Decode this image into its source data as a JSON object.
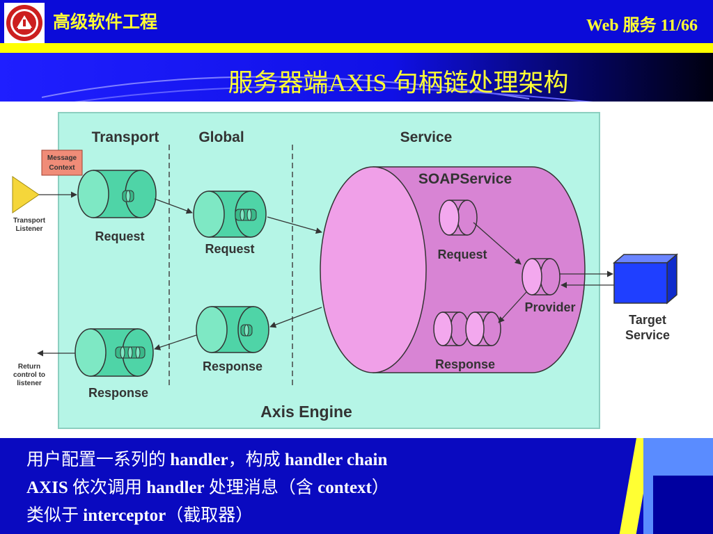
{
  "header": {
    "course_title": "高级软件工程",
    "slide_label": "Web 服务 11/66"
  },
  "title": "服务器端AXIS 句柄链处理架构",
  "colors": {
    "header_blue": "#0b0bd9",
    "accent_yellow": "#ffff33",
    "diagram_bg": "#b5f5e6",
    "handler_green": "#4fd4a7",
    "soap_pink": "#d884d4",
    "target_blue": "#1f3fff",
    "logo_red": "#cc1f1f"
  },
  "diagram": {
    "sections": [
      "Transport",
      "Global",
      "Service"
    ],
    "soap_service": "SOAPService",
    "message_context": [
      "Message",
      "Context"
    ],
    "transport_listener": [
      "Transport",
      "Listener"
    ],
    "return_control": [
      "Return",
      "control to",
      "listener"
    ],
    "transport_request": "Request",
    "transport_response": "Response",
    "global_request": "Request",
    "global_response": "Response",
    "service_request": "Request",
    "service_response": "Response",
    "provider": "Provider",
    "target_service": [
      "Target",
      "Service"
    ],
    "engine_label": "Axis Engine"
  },
  "bullets": [
    {
      "a": "用户配置一系列的 ",
      "b": "handler",
      "c": "，构成 ",
      "d": "handler chain"
    },
    {
      "a": "",
      "b": "AXIS",
      "c": " 依次调用 ",
      "d": "handler",
      "e": " 处理消息（含 ",
      "f": "context",
      "g": "）"
    },
    {
      "a": "类似于 ",
      "b": "interceptor",
      "c": "（截取器）"
    }
  ]
}
